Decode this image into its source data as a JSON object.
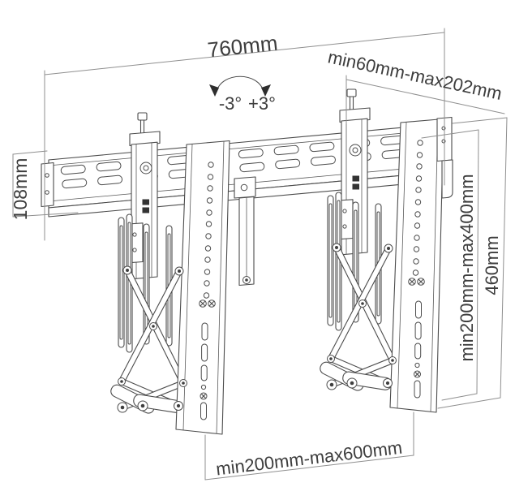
{
  "diagram": {
    "labels": {
      "width": "760mm",
      "depth_range": "min60mm-max202mm",
      "tilt_minus": "-3°",
      "tilt_plus": "+3°",
      "rail_height": "108mm",
      "vertical_range": "min200mm-max400mm",
      "height_460": "460mm",
      "horizontal_range": "min200mm-max600mm"
    },
    "colors": {
      "background": "#ffffff",
      "outline": "#4c4c4c",
      "dimension_line": "#8f8f8f",
      "text": "#3d3d3d"
    }
  }
}
